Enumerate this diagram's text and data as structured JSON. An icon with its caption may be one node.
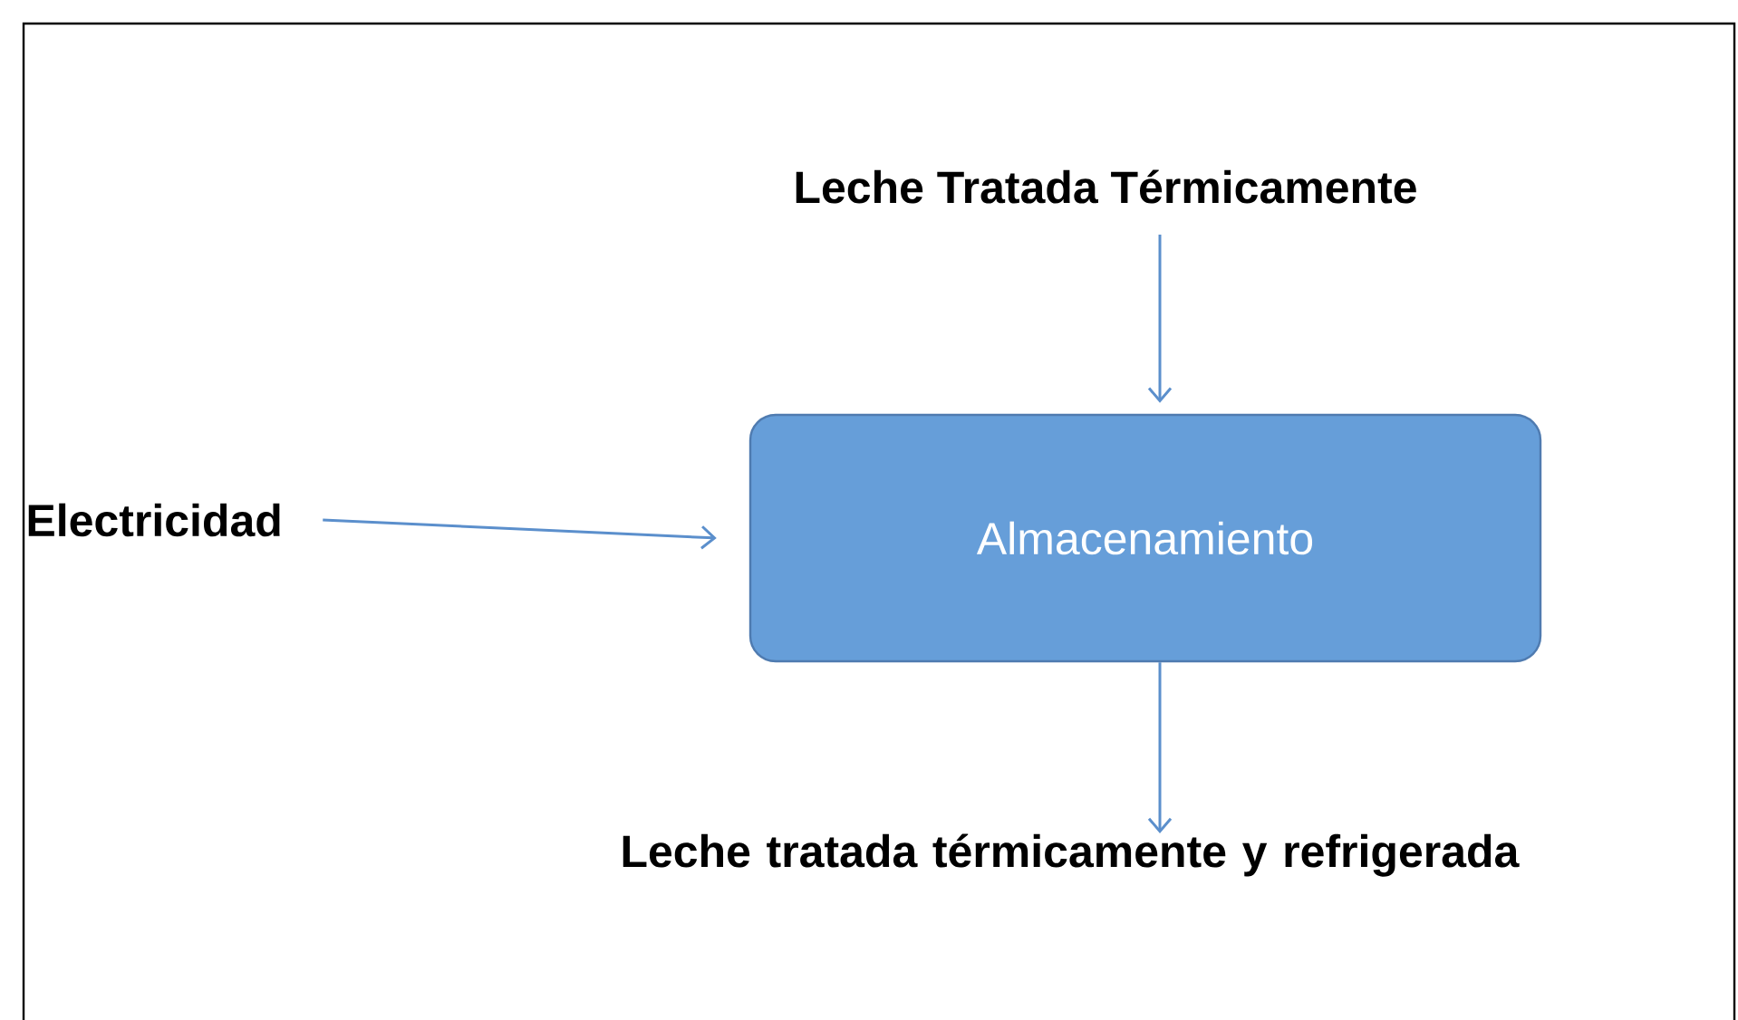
{
  "diagram": {
    "nodes": [
      {
        "text": [
          "Leche Tratada Térmicamente"
        ]
      },
      {
        "text": [
          "Electricidad"
        ]
      },
      {
        "text": [
          "Almacenamiento"
        ]
      },
      {
        "text": [
          "Leche tratada térmicamente y refrigerada"
        ]
      }
    ],
    "edges": [
      {
        "from": 0,
        "to": 2,
        "arrow": "to"
      },
      {
        "from": 1,
        "to": 2,
        "arrow": "to"
      },
      {
        "from": 2,
        "to": 3,
        "arrow": "to"
      }
    ]
  }
}
